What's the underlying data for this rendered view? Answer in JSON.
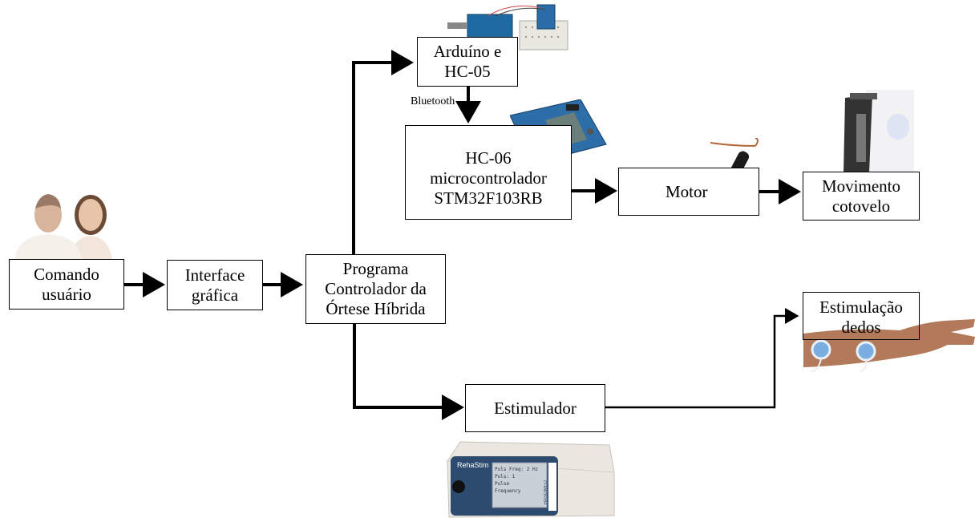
{
  "nodes": {
    "comando": {
      "line1": "Comando",
      "line2": "usuário"
    },
    "interface": {
      "line1": "Interface",
      "line2": "gráfica"
    },
    "programa": {
      "line1": "Programa",
      "line2": "Controlador da",
      "line3": "Órtese Híbrida"
    },
    "arduino": {
      "line1": "Arduíno e",
      "line2": "HC-05"
    },
    "hc06": {
      "line1": "HC-06",
      "line2": "microcontrolador",
      "line3": "STM32F103RB"
    },
    "motor": {
      "label": "Motor"
    },
    "movimento": {
      "line1": "Movimento",
      "line2": "cotovelo"
    },
    "estimulador": {
      "label": "Estimulador"
    },
    "estimulacao": {
      "line1": "Estimulação",
      "line2": "dedos"
    }
  },
  "edge_labels": {
    "bluetooth": "Bluetooth"
  },
  "stimulator_screen": {
    "brand": "RehaStim",
    "line1": "Puls Freq: 2 Hz",
    "line2": "Puls: 1",
    "line3": "Pulse",
    "line4": "Frequency",
    "logo": "HASOMED"
  },
  "colors": {
    "line": "#000000",
    "box_border": "#000000",
    "skin": "#e8c4a8",
    "board_blue": "#1f5f9a"
  }
}
